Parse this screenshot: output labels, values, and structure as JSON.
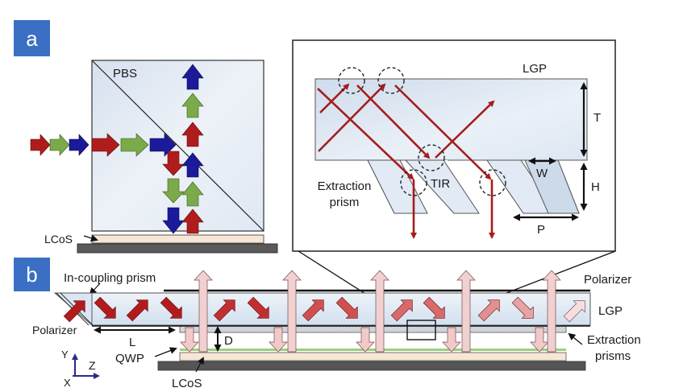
{
  "figure": {
    "panel_a": {
      "letter": "a",
      "labels": {
        "pbs": "PBS",
        "lcos": "LCoS"
      },
      "inset": {
        "labels": {
          "lgp": "LGP",
          "t": "T",
          "h": "H",
          "w": "W",
          "p": "P",
          "tir": "TIR",
          "extraction_prism_line1": "Extraction",
          "extraction_prism_line2": "prism"
        }
      }
    },
    "panel_b": {
      "letter": "b",
      "labels": {
        "in_coupling_prism": "In-coupling prism",
        "polarizer_left": "Polarizer",
        "polarizer_right": "Polarizer",
        "lgp": "LGP",
        "l": "L",
        "d": "D",
        "qwp": "QWP",
        "lcos": "LCoS",
        "extraction_prisms_line1": "Extraction",
        "extraction_prisms_line2": "prisms"
      },
      "axes": {
        "y": "Y",
        "z": "Z",
        "x": "X"
      }
    },
    "colors": {
      "panel_badge": "#3a6fc4",
      "red_arrow": "#b01c1c",
      "green_arrow": "#7aaa4a",
      "blue_arrow": "#1a1a9a",
      "light_pink_arrow": "#f2c9c9",
      "lgp_fill": "#dbe6f3",
      "lcos_fill": "#f7e6d6",
      "substrate": "#555555",
      "qwp_line": "#9ccf7a"
    }
  }
}
